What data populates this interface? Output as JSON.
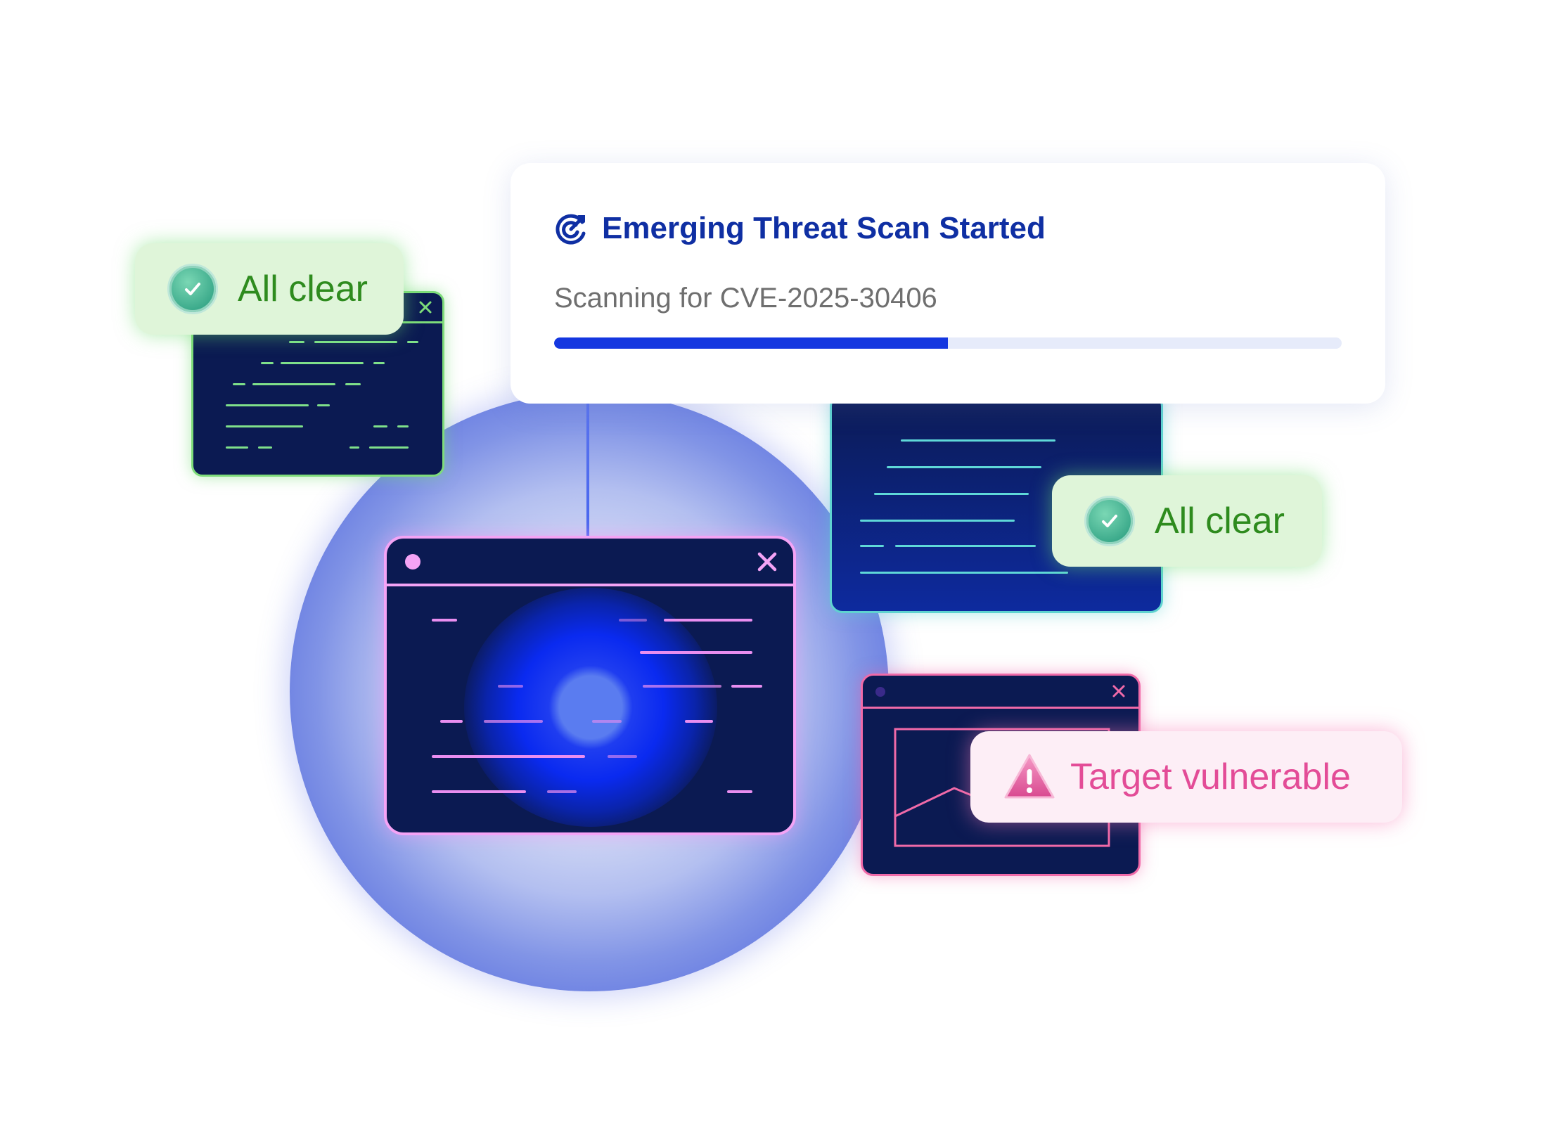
{
  "scan_card": {
    "title": "Emerging Threat Scan Started",
    "subtitle": "Scanning for CVE-2025-30406",
    "progress": 0.5,
    "icon": "target-icon"
  },
  "toasts": [
    {
      "label": "All clear",
      "icon": "check-circle-icon",
      "status": "ok"
    },
    {
      "label": "All clear",
      "icon": "check-circle-icon",
      "status": "ok"
    },
    {
      "label": "Target vulnerable",
      "icon": "warning-triangle-icon",
      "status": "danger"
    }
  ],
  "colors": {
    "brand": "#0f2fa3",
    "progress": "#1437e0",
    "ok": "#2e8b1e",
    "danger": "#e34c97",
    "halo": "#5a70df"
  }
}
